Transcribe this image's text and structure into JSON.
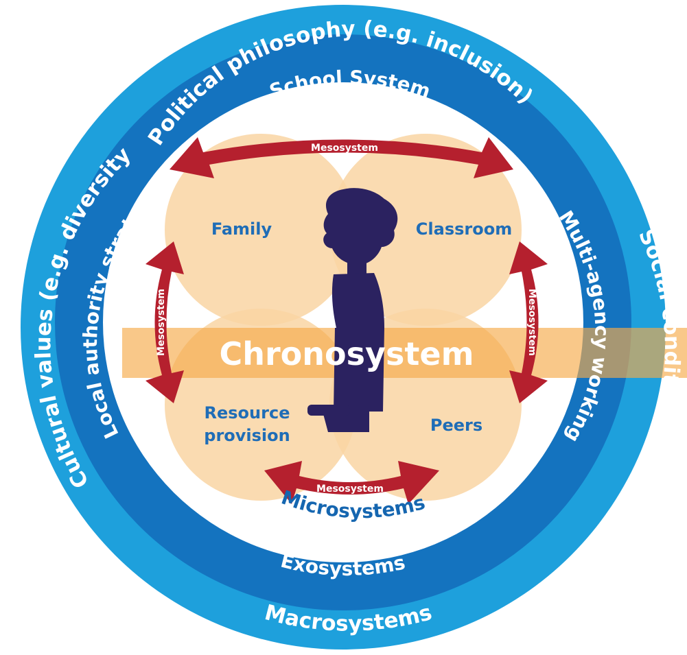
{
  "macro": {
    "label": "Macrosystems",
    "items": [
      "Political philosophy (e.g. inclusion)",
      "Cultural values (e.g. diversity)",
      "Social conditions"
    ]
  },
  "exo": {
    "label": "Exosystems",
    "items": [
      "School System",
      "Local authority strategy",
      "Multi-agency working"
    ]
  },
  "micro": {
    "label": "Microsystems",
    "items": {
      "family": "Family",
      "classroom": "Classroom",
      "resource_line1": "Resource",
      "resource_line2": "provision",
      "peers": "Peers"
    }
  },
  "meso": {
    "top": "Mesosystem",
    "left": "Mesosystem",
    "right": "Mesosystem",
    "bottom": "Mesosystem"
  },
  "chrono": {
    "label": "Chronosystem"
  },
  "center_figure": {
    "icon": "child-silhouette-icon"
  },
  "colors": {
    "macro": "#1ea0dc",
    "exo": "#1473bf",
    "micro_petal": "#f9d5a3",
    "chrono_band": "#f6ab4a",
    "arrow": "#b5202e",
    "figure": "#2b2260",
    "micro_text": "#1f6db7"
  }
}
